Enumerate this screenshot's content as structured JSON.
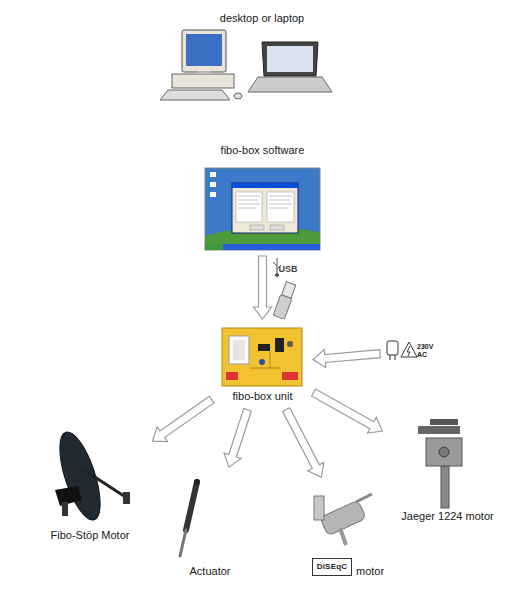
{
  "diagram": {
    "nodes": [
      {
        "text": [
          "desktop or laptop"
        ]
      },
      {
        "text": [
          "fibo-box software"
        ]
      },
      {
        "text": [
          "230V AC"
        ]
      },
      {
        "text": [
          "fibo-box unit"
        ]
      },
      {
        "text": [
          "Fibo-Stöp Motor"
        ]
      },
      {
        "text": [
          "Actuator"
        ]
      },
      {
        "text": [
          "DiSEqC",
          "motor"
        ]
      },
      {
        "text": [
          "Jaeger 1224 motor"
        ]
      }
    ],
    "edges": [
      {
        "from": 1,
        "to": 3,
        "label": "USB",
        "arrow": "to"
      },
      {
        "from": 2,
        "to": 3,
        "arrow": "to"
      },
      {
        "from": 3,
        "to": 4,
        "arrow": "to"
      },
      {
        "from": 3,
        "to": 5,
        "arrow": "to"
      },
      {
        "from": 3,
        "to": 6,
        "arrow": "to"
      },
      {
        "from": 3,
        "to": 7,
        "arrow": "to"
      }
    ]
  }
}
